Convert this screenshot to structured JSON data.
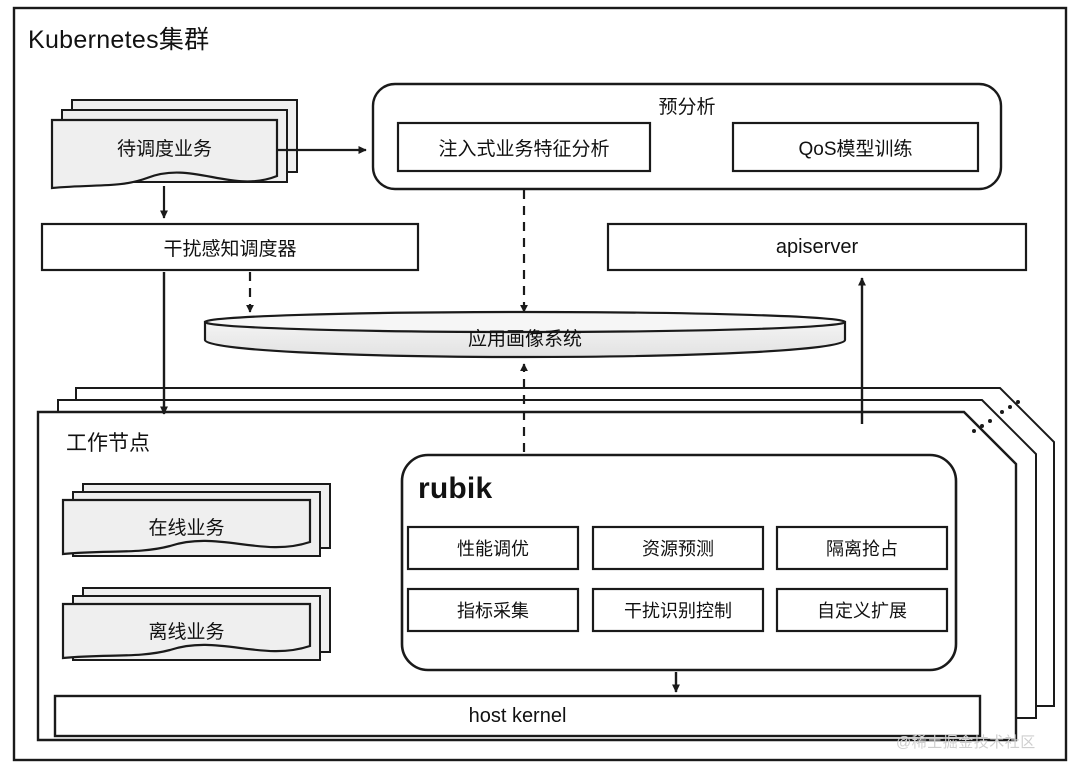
{
  "diagram": {
    "cluster_title": "Kubernetes集群",
    "watermark": "@稀土掘金技术社区",
    "pending_workload": {
      "label": "待调度业务"
    },
    "preanalysis": {
      "title": "预分析",
      "modules": [
        {
          "label": "注入式业务特征分析"
        },
        {
          "label": "QoS模型训练"
        }
      ]
    },
    "scheduler": {
      "label": "干扰感知调度器"
    },
    "apiserver": {
      "label": "apiserver"
    },
    "profile_store": {
      "label": "应用画像系统"
    },
    "worker_node": {
      "title": "工作节点",
      "ellipsis": "...",
      "workloads": [
        {
          "label": "在线业务"
        },
        {
          "label": "离线业务"
        }
      ],
      "rubik": {
        "title": "rubik",
        "modules": [
          {
            "label": "性能调优"
          },
          {
            "label": "资源预测"
          },
          {
            "label": "隔离抢占"
          },
          {
            "label": "指标采集"
          },
          {
            "label": "干扰识别控制"
          },
          {
            "label": "自定义扩展"
          }
        ]
      },
      "host_kernel": {
        "label": "host kernel"
      }
    },
    "colors": {
      "stroke": "#1a1a1a",
      "doc_fill": "#efefef",
      "cylinder_fill": "#ededed",
      "background": "#ffffff",
      "watermark": "#cfcfcf"
    }
  }
}
